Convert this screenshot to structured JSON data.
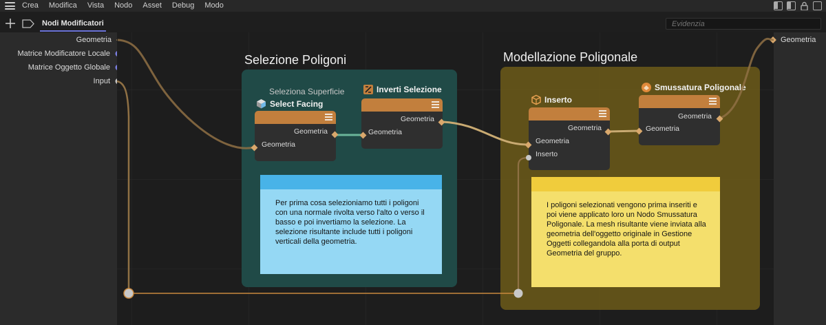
{
  "menubar": {
    "items": [
      "Crea",
      "Modifica",
      "Vista",
      "Nodo",
      "Asset",
      "Debug",
      "Modo"
    ]
  },
  "toolbar": {
    "active_tab": "Nodi Modificatori",
    "search_placeholder": "Evidenzia"
  },
  "inputs": {
    "ports": [
      {
        "label": "Geometria",
        "type": "geometry"
      },
      {
        "label": "Matrice Modificatore Locale",
        "type": "matrix"
      },
      {
        "label": "Matrice Oggetto Globale",
        "type": "matrix"
      },
      {
        "label": "Input",
        "type": "generic"
      }
    ]
  },
  "outputs": {
    "ports": [
      {
        "label": "Geometria",
        "type": "geometry"
      }
    ]
  },
  "groups": {
    "selection": {
      "title": "Selezione Poligoni"
    },
    "modeling": {
      "title": "Modellazione Poligonale"
    }
  },
  "nodes": {
    "select_facing": {
      "category": "Seleziona Superficie",
      "title": "Select Facing",
      "output": "Geometria",
      "input": "Geometria",
      "icon": "cube-select-icon"
    },
    "invert_selection": {
      "title": "Inverti Selezione",
      "output": "Geometria",
      "input": "Geometria",
      "icon": "invert-selection-icon"
    },
    "inset": {
      "title": "Inserto",
      "output": "Geometria",
      "input1": "Geometria",
      "input2": "Inserto",
      "icon": "cube-icon"
    },
    "polygon_bevel": {
      "title": "Smussatura Poligonale",
      "output": "Geometria",
      "input": "Geometria",
      "icon": "bevel-icon"
    }
  },
  "notes": {
    "blue": "Per prima cosa selezioniamo tutti i poligoni con una normale rivolta verso l'alto o verso il basso e poi invertiamo la selezione. La selezione risultante include tutti i poligoni verticali della geometria.",
    "yellow": "I poligoni selezionati vengono prima inseriti e poi viene applicato loro un Nodo Smussatura Poligonale. La mesh risultante viene inviata alla geometria dell'oggetto originale in Gestione Oggetti collegandola alla porta di output Geometria del gruppo."
  },
  "colors": {
    "header_orange": "#c27f3d",
    "geometry_port": "#d9a86c",
    "matrix_port": "#7b7fe0",
    "generic_port": "#c8c8c8",
    "wire_geometry": "#8f7044",
    "wire_green": "#6ab59a",
    "wire_orange": "#c9893f",
    "tab_underline": "#6c74d9"
  }
}
